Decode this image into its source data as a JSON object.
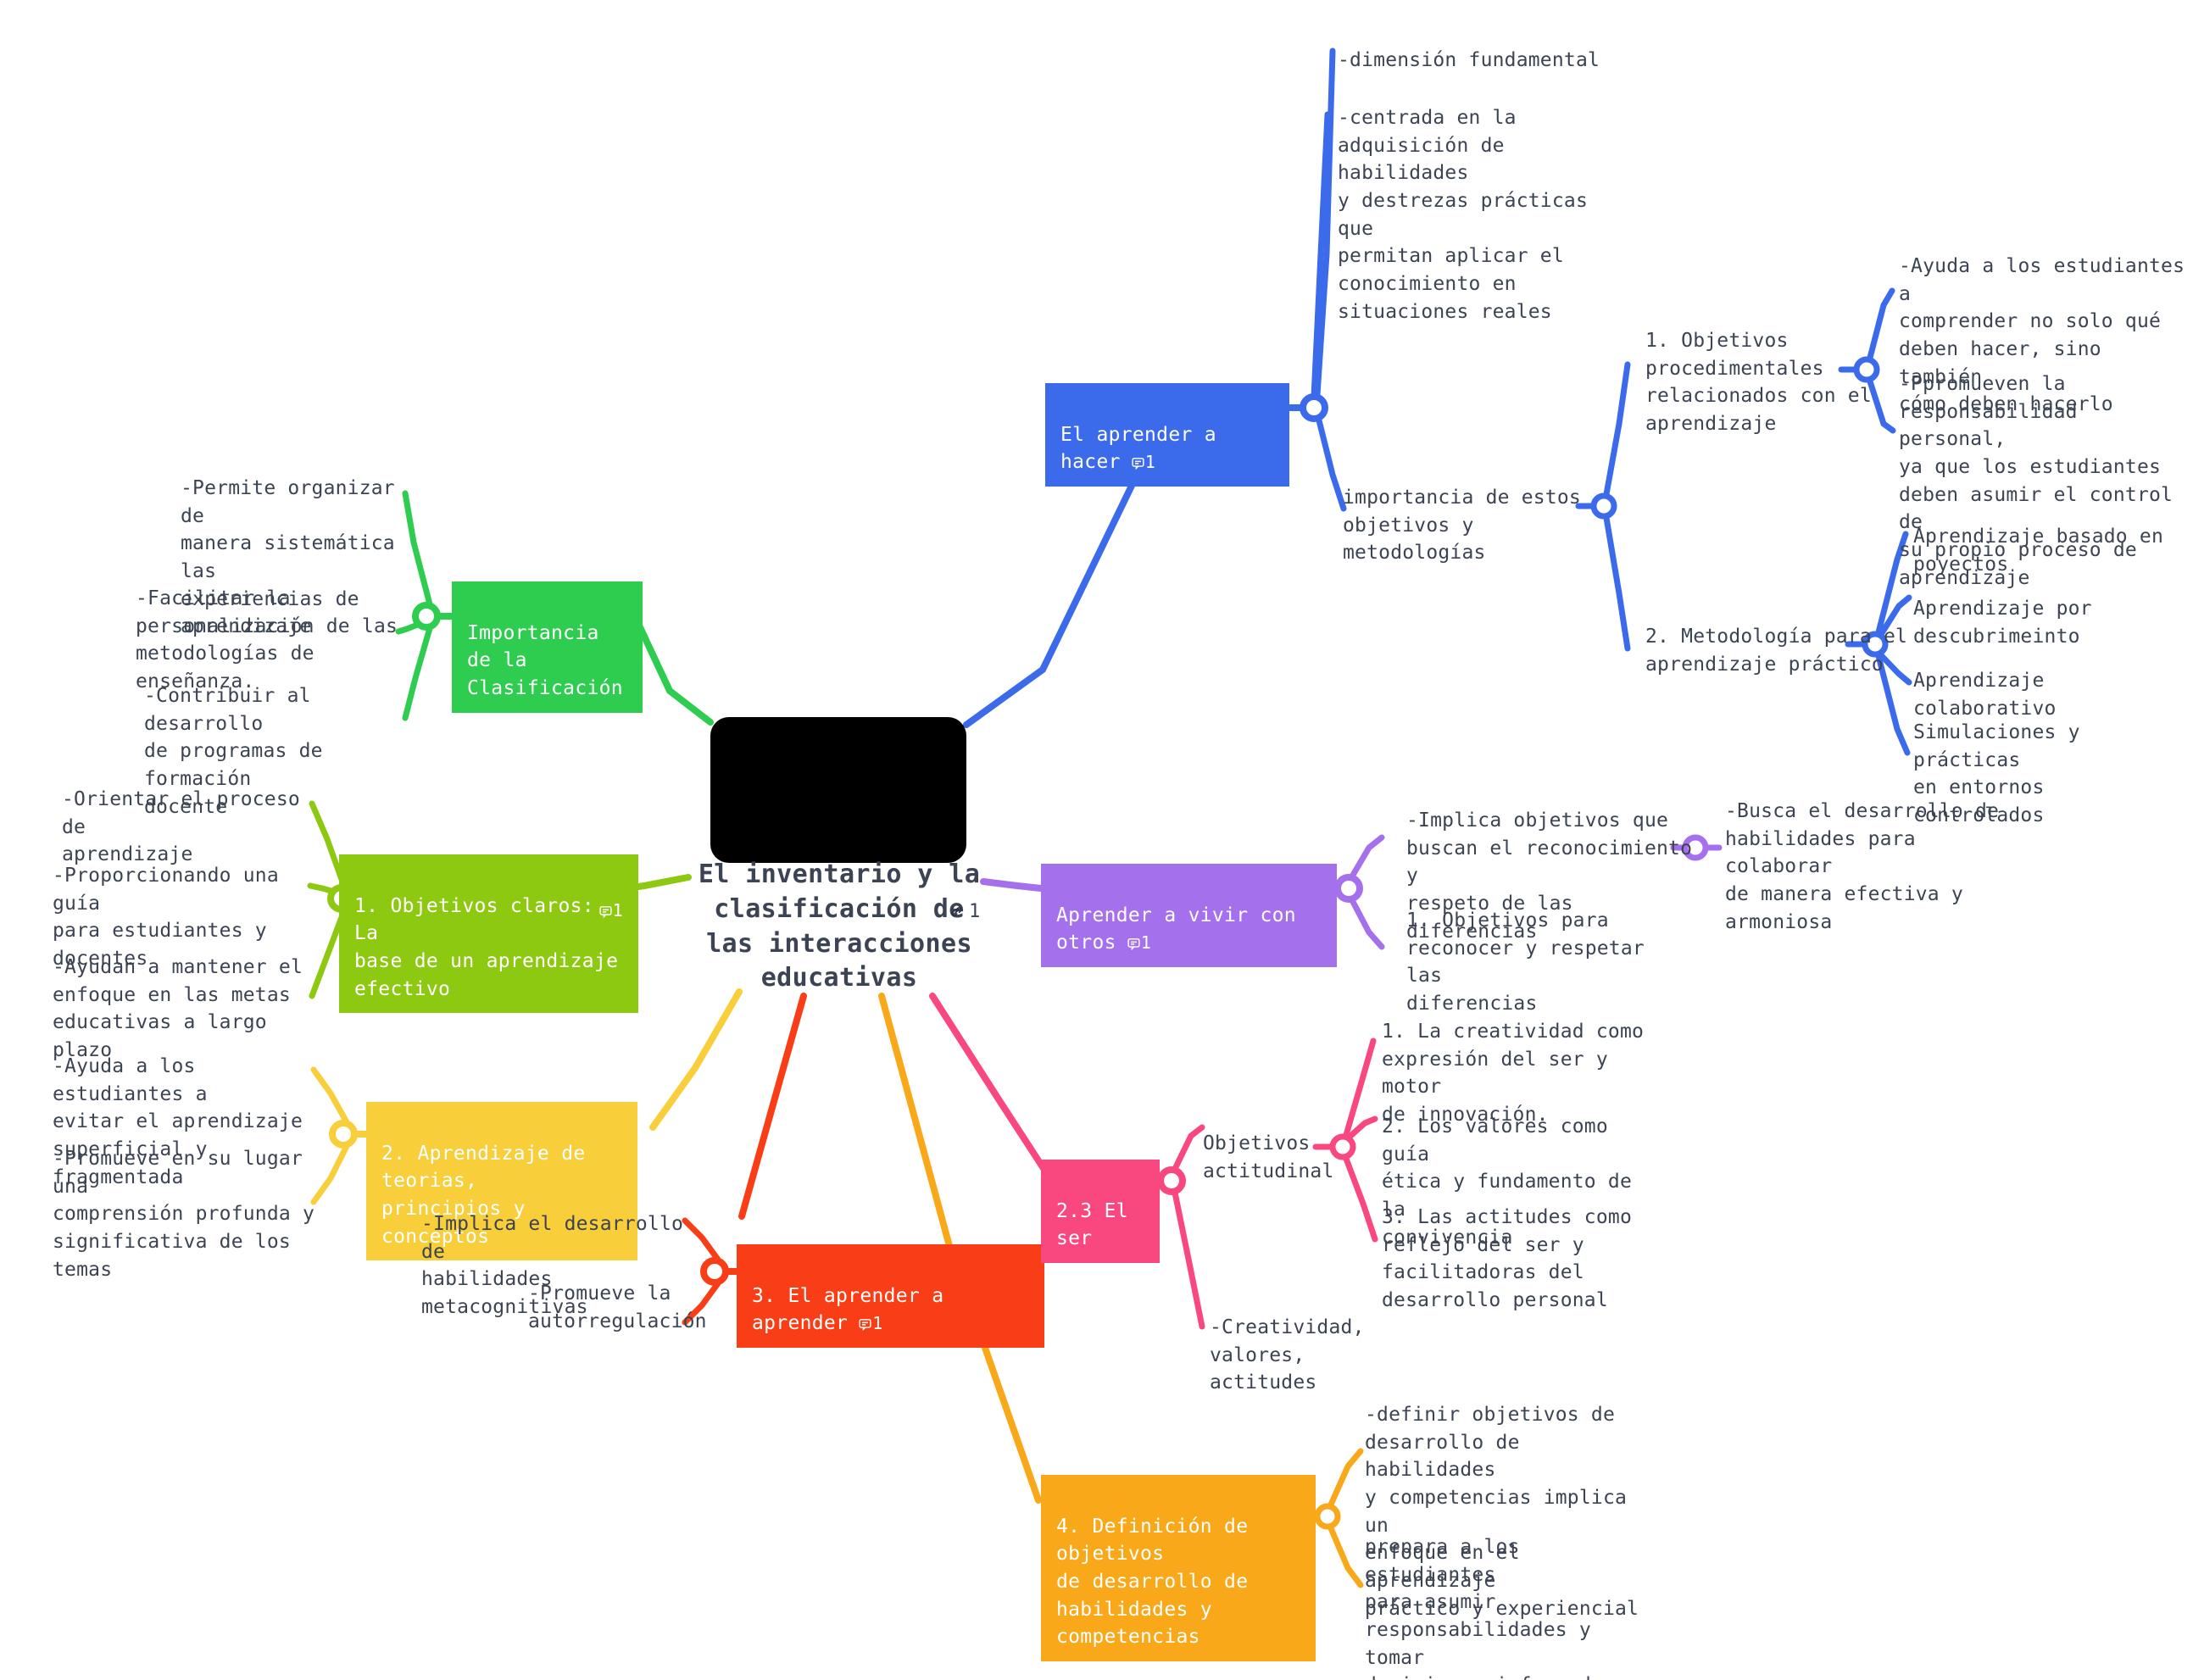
{
  "central": {
    "title": "El inventario y la\nclasificación de\nlas interacciones\neducativas",
    "link_count": "1",
    "link_icon": "link-chain-icon"
  },
  "icons": {
    "comment": "comment-bubble-icon",
    "link": "link-chain-icon"
  },
  "colors": {
    "blue": "#3b6aea",
    "green": "#2ecc4f",
    "lime": "#8ec912",
    "yellow": "#f8ce3a",
    "red": "#f93d16",
    "orange": "#f9a81a",
    "pink": "#f9477f",
    "purple": "#a470ec",
    "text": "#3c4453",
    "black": "#000000"
  },
  "branches": {
    "aprender_hacer": {
      "label": "El aprender a hacer",
      "comment_count": "1",
      "children": [
        {
          "text": "-dimensión fundamental"
        },
        {
          "text": "-centrada en la\nadquisición de habilidades\ny destrezas prácticas que\npermitan aplicar el\nconocimiento en\nsituaciones reales"
        },
        {
          "text": "importancia de estos\nobjetivos y metodologías",
          "children": [
            {
              "text": "1. Objetivos\nprocedimentales\nrelacionados con el\naprendizaje",
              "children": [
                {
                  "text": "-Ayuda a los estudiantes a\ncomprender no solo qué\ndeben hacer, sino también\ncómo deben hacerlo"
                },
                {
                  "text": "-Ppromueven la\nresponsabilidad personal,\nya que los estudiantes\ndeben asumir el control de\nsu propio proceso de\naprendizaje"
                }
              ]
            },
            {
              "text": "2. Metodología para el\naprendizaje práctico",
              "children": [
                {
                  "text": "Aprendizaje basado en\npoyectos"
                },
                {
                  "text": "Aprendizaje por\ndescubrimeinto"
                },
                {
                  "text": "Aprendizaje colaborativo"
                },
                {
                  "text": "Simulaciones y prácticas\nen entornos controlados"
                }
              ]
            }
          ]
        }
      ]
    },
    "importancia_clasificacion": {
      "label": "Importancia de la\nClasificación",
      "children": [
        {
          "text": "-Permite organizar de\nmanera sistemática las\nexperiencias de\naprendizaje"
        },
        {
          "text": "-Facilitar la\npersonalización de las\nmetodologías de enseñanza."
        },
        {
          "text": "-Contribuir al desarrollo\nde programas de formación\ndocente"
        }
      ]
    },
    "objetivos_claros": {
      "label": "1. Objetivos claros: La\nbase de un aprendizaje\nefectivo",
      "comment_count": "1",
      "children": [
        {
          "text": "-Orientar el proceso de\naprendizaje"
        },
        {
          "text": "-Proporcionando una guía\npara estudiantes y\ndocentes"
        },
        {
          "text": "-Ayudan a mantener el\nenfoque en las metas\neducativas a largo plazo"
        }
      ]
    },
    "aprendizaje_teorias": {
      "label": "2. Aprendizaje de teorias,\nprincipios y conceptos",
      "children": [
        {
          "text": "-Ayuda a los estudiantes a\nevitar el aprendizaje\nsuperficial y fragmentada"
        },
        {
          "text": "-Promueve en su lugar una\ncomprensión profunda y\nsignificativa de los temas"
        }
      ]
    },
    "aprender_aprender": {
      "label": "3. El aprender a aprender",
      "comment_count": "1",
      "children": [
        {
          "text": "-Implica el desarrollo de\nhabilidades metacognitivas"
        },
        {
          "text": "-Promueve la\nautorregulación"
        }
      ]
    },
    "vivir_con_otros": {
      "label": "Aprender a vivir con otros",
      "comment_count": "1",
      "children": [
        {
          "text": "-Implica objetivos que\nbuscan el reconocimiento y\nrespeto de las diferencias",
          "children": [
            {
              "text": "-Busca el desarrollo de\nhabilidades para colaborar\nde manera efectiva y\narmoniosa"
            }
          ]
        },
        {
          "text": "1. Objetivos para\nreconocer y respetar las\ndiferencias"
        }
      ]
    },
    "el_ser": {
      "label": "2.3 El ser",
      "children": [
        {
          "text": "Objetivos\nactitudinal",
          "children": [
            {
              "text": "1. La creatividad como\nexpresión del ser y motor\nde innovación."
            },
            {
              "text": "2. Los valores como guía\nética y fundamento de la\nconvivencia"
            },
            {
              "text": "3. Las actitudes como\nreflejo del ser y\nfacilitadoras del\ndesarrollo personal"
            }
          ]
        },
        {
          "text": "-Creatividad, valores,\nactitudes"
        }
      ]
    },
    "definicion_objetivos": {
      "label": "4. Definición de objetivos\nde desarrollo de\nhabilidades y competencias",
      "children": [
        {
          "text": "-definir objetivos de\ndesarrollo de habilidades\ny competencias implica un\nenfoque en el aprendizaje\npráctico y experiencial"
        },
        {
          "text": "prepara a los estudiantes\npara asumir\nresponsabilidades y tomar\ndecisiones informadas en\nsu vida."
        }
      ]
    }
  }
}
